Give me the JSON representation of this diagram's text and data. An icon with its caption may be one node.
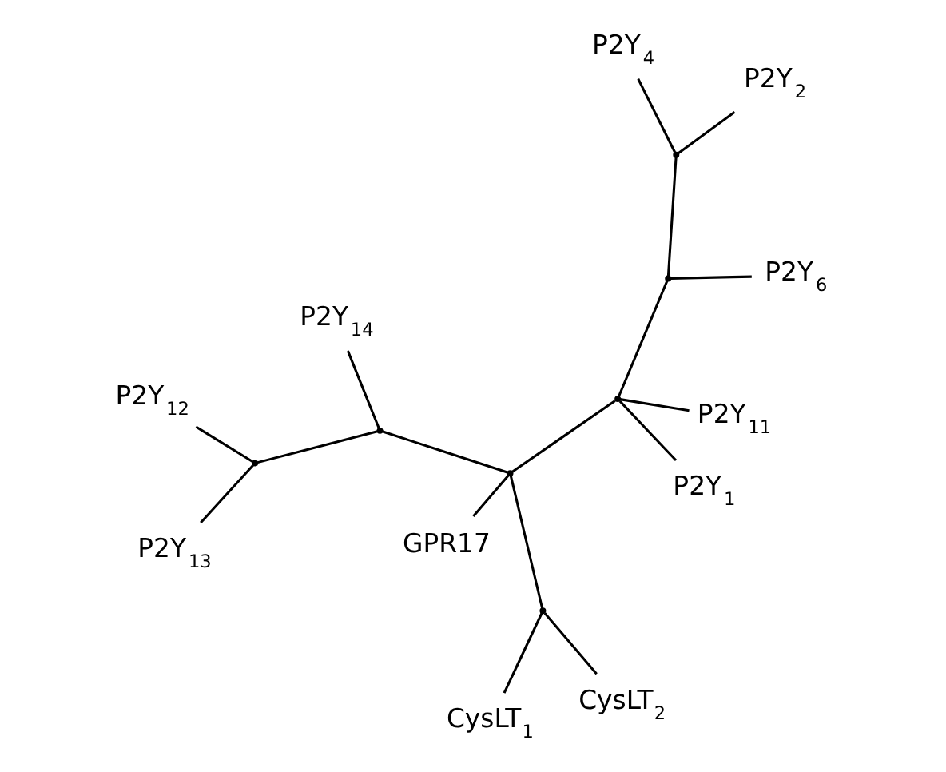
{
  "diagram": {
    "nodes": [
      {
        "text": [
          "P2Y$_{12}$"
        ]
      },
      {
        "text": [
          "P2Y$_{11}$"
        ]
      },
      {
        "text": [
          "P2Y$_{13}$"
        ]
      },
      {
        "text": [
          "P2Y$_{14}$"
        ]
      },
      {
        "text": [
          "P2Y$_{6}$"
        ]
      },
      {
        "text": [
          "P2Y$_{4}$"
        ]
      },
      {
        "text": [
          "CysLT$_{1}$"
        ]
      },
      {
        "text": [
          "P2Y$_{2}$"
        ]
      },
      {
        "text": [
          "CysLT$_{2}$"
        ]
      },
      {
        "text": [
          "P2Y$_{1}$"
        ]
      },
      {
        "text": [
          "GPR17"
        ]
      },
      {
        "text": [],
        "shape": "point"
      },
      {
        "text": [],
        "shape": "point"
      },
      {
        "text": [],
        "shape": "point"
      },
      {
        "text": [],
        "shape": "point"
      },
      {
        "text": [],
        "shape": "point"
      },
      {
        "text": [],
        "shape": "point"
      },
      {
        "text": [],
        "shape": "point"
      }
    ],
    "edges": [
      {
        "from": 11,
        "to": 0,
        "arrow": "none"
      },
      {
        "from": 11,
        "to": 2,
        "arrow": "none"
      },
      {
        "from": 12,
        "to": 11,
        "arrow": "none"
      },
      {
        "from": 12,
        "to": 3,
        "arrow": "none"
      },
      {
        "from": 15,
        "to": 12,
        "arrow": "none"
      },
      {
        "from": 14,
        "to": 1,
        "arrow": "none"
      },
      {
        "from": 14,
        "to": 9,
        "arrow": "none"
      },
      {
        "from": 14,
        "to": 15,
        "arrow": "none"
      },
      {
        "from": 15,
        "to": 10,
        "arrow": "none"
      },
      {
        "from": 15,
        "to": 16,
        "arrow": "none"
      },
      {
        "from": 16,
        "to": 6,
        "arrow": "none"
      },
      {
        "from": 16,
        "to": 8,
        "arrow": "none"
      },
      {
        "from": 13,
        "to": 4,
        "arrow": "none"
      },
      {
        "from": 13,
        "to": 17,
        "arrow": "none"
      },
      {
        "from": 17,
        "to": 5,
        "arrow": "none"
      },
      {
        "from": 17,
        "to": 7,
        "arrow": "none"
      },
      {
        "from": 13,
        "to": 14,
        "arrow": "none"
      }
    ]
  }
}
